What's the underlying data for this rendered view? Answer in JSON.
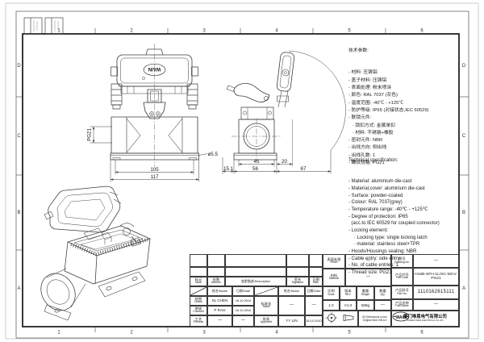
{
  "branding": {
    "logo": "WAIN",
    "company_cn": "厦门唯恩电气有限公司",
    "company_en": "XIAMEN WAIN ELECTRICAL CO.LTD"
  },
  "frame": {
    "zones_h": [
      "1",
      "2",
      "3",
      "4",
      "5",
      "6"
    ],
    "zones_v": [
      "D",
      "C",
      "B",
      "A"
    ]
  },
  "specs_cn": {
    "title": "技术参数:",
    "lines": [
      "- 材料: 压铸铝",
      "- 盖子材料: 压铸铝",
      "- 表面处理: 粉末喷涂",
      "- 颜色: RAL 7037 (灰色)",
      "- 温度范围: -40℃ - +125℃",
      "- 防护等级: IP65 (对接状态,IEC 60529)",
      "- 联锁元件:",
      "   · 锁扣方式: 金属单扣",
      "   · 材料: 不锈钢+橡胶",
      "- 密封元件: NBR",
      "- 出线方向: 侧出线",
      "- 出线孔数: 1",
      "- 螺纹规格: PG21"
    ]
  },
  "specs_en": {
    "title": "Technical specification:",
    "lines": [
      "- Material: aluminium die-cast",
      "- Material,cover: aluminium die-cast",
      "- Surface: powder-coated",
      "- Colour: RAL 7037(grey)",
      "- Temperature range: -40℃ - +125℃",
      "- Degree of protection: IP65",
      "  (acc.to IEC 60529 for coupled connector)",
      "- Locking element:",
      "    · Locking type: single locking latch",
      "    · material: stainless steel+TPR",
      "- Hoods/Housings sealing: NBR",
      "- Cable entry: side entry",
      "- No. of cable entries: 1",
      "- Thread size: PG21"
    ]
  },
  "dims": {
    "front_inner": "105",
    "front_outer": "117",
    "thread": "PG21",
    "hole": "ø5.5",
    "side_offset": "15.1",
    "side_inner": "45",
    "side_outer": "56",
    "side_gap": "20",
    "side_swing": "67"
  },
  "title_block": {
    "rev_header": {
      "mark_cn": "标记",
      "mark_en": "Mark",
      "number_cn": "处数",
      "number_en": "Number",
      "description": "变更描述/Description",
      "sig_cn": "签名",
      "sig_en": "Signature",
      "date_cn": "日期",
      "date_en": "Date",
      "name": "姓名/Name",
      "date": "日期/Date"
    },
    "sign": {
      "drawn_cn": "绘图",
      "drawn_en": "Drawn",
      "drawn_name": "SL CHEN",
      "drawn_date": "18.10.2010",
      "checked_cn": "审核",
      "checked_en": "Checked",
      "checked_name": "P RAO",
      "checked_date": "18.10.2010",
      "process_cn": "工艺",
      "process_en": "Process",
      "process_name": "—",
      "process_date": "—",
      "stand_cn": "标准化",
      "stand_en": "Stand",
      "stand_name": "—",
      "stand_date": "—",
      "approved_cn": "批准",
      "approved_en": "Approved",
      "approved_name": "YY LIN",
      "approved_date": "18.10.2010"
    },
    "mid": {
      "finish_cn": "表面处理",
      "finish_en": "Finish",
      "finish_val": "—",
      "material_cn": "材料",
      "material_en": "Material",
      "material_val": "—",
      "scale_cn": "比例",
      "scale_en": "Scale",
      "scale_val": "1:2",
      "rev_cn": "版本",
      "rev_en": "REV.",
      "rev_val": "V1.0",
      "weight_cn": "重量",
      "weight_en": "Weight",
      "weight_val": "588g",
      "qty_cn": "数量",
      "qty_en": "Qty.",
      "qty_val": "—",
      "note1": "All Dimensions in mm",
      "note2": "Original Size DIN A 4"
    },
    "right": {
      "dno_cn": "图号",
      "dno_en": "Drawing No.",
      "dno_val": "—",
      "pcode_cn": "产品代号",
      "pcode_en": "Part Code",
      "pcode_val": "H16B-SFH-1L/SC-MCV-PG21",
      "pno_cn": "产品料号",
      "pno_en": "Part No.",
      "pno_val": "1110162615111",
      "pname_cn": "产品名称",
      "pname_en": "Part Name",
      "pname_val": "—"
    }
  }
}
